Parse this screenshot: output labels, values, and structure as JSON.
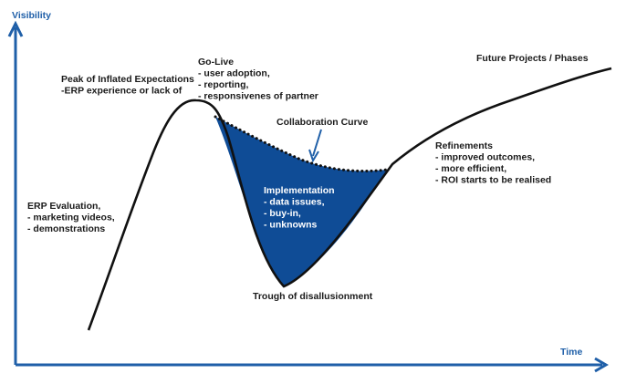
{
  "colors": {
    "axis": "#1f5fa8",
    "fill": "#0f4c96",
    "curve": "#111111"
  },
  "axes": {
    "y_label": "Visibility",
    "x_label": "Time"
  },
  "labels": {
    "erp_evaluation": [
      "ERP Evaluation,",
      "- marketing videos,",
      "- demonstrations"
    ],
    "peak": [
      "Peak of Inflated Expectations",
      "-ERP experience or lack of"
    ],
    "go_live": [
      "Go-Live",
      "- user adoption,",
      "- reporting,",
      "- responsivenes of partner"
    ],
    "collaboration": "Collaboration Curve",
    "implementation": [
      "Implementation",
      "- data issues,",
      "- buy-in,",
      "- unknowns"
    ],
    "trough": "Trough of disallusionment",
    "refinements": [
      "Refinements",
      "- improved outcomes,",
      "- more efficient,",
      "- ROI starts to be realised"
    ],
    "future": "Future Projects / Phases"
  }
}
